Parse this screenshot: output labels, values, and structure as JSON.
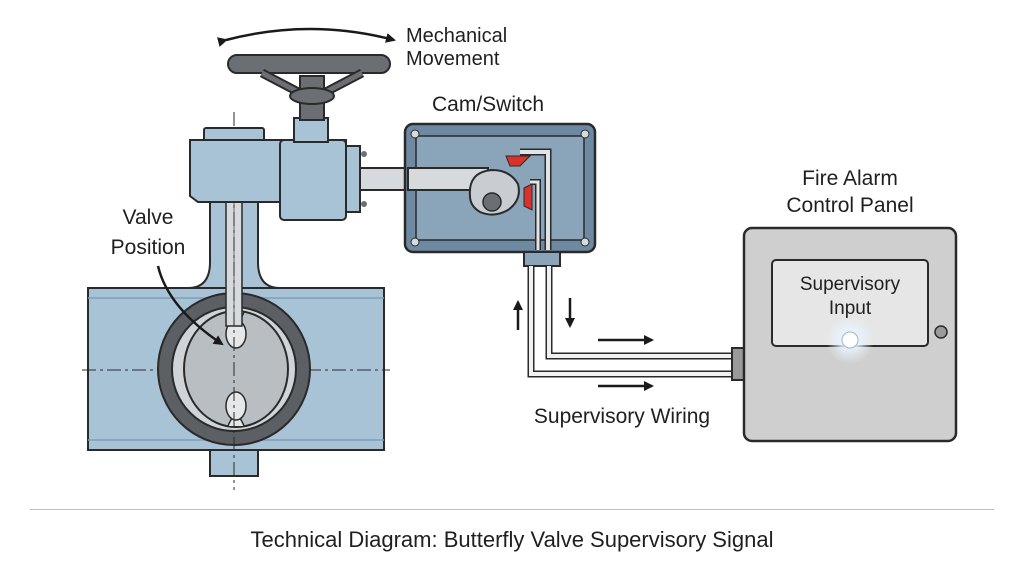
{
  "labels": {
    "mechanical_movement_line1": "Mechanical",
    "mechanical_movement_line2": "Movement",
    "cam_switch": "Cam/Switch",
    "fire_alarm_line1": "Fire Alarm",
    "fire_alarm_line2": "Control Panel",
    "valve_position_line1": "Valve",
    "valve_position_line2": "Position",
    "supervisory_input_line1": "Supervisory",
    "supervisory_input_line2": "Input",
    "supervisory_wiring": "Supervisory Wiring"
  },
  "caption": "Technical Diagram: Butterfly Valve Supervisory Signal",
  "colors": {
    "valve_blue": "#a9c3d6",
    "valve_blue_dark": "#7f9fb8",
    "switch_box": "#6e8aa3",
    "handwheel": "#6b6f73",
    "panel_gray": "#cfcfcf",
    "switch_red": "#d9322b",
    "outline": "#2a2a2a"
  },
  "icons": {
    "handwheel": "handwheel-icon",
    "rotation_arrow": "double-arrow-icon",
    "indicator_light": "light-icon"
  }
}
